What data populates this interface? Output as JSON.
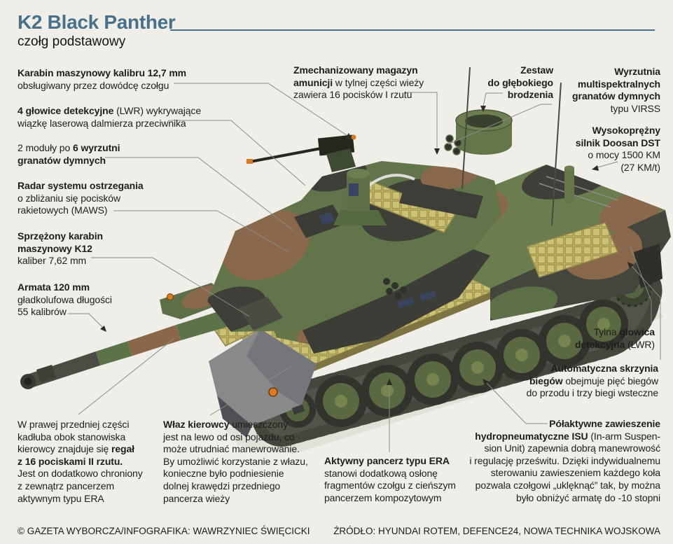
{
  "title": "K2 Black Panther",
  "subtitle": "czołg podstawowy",
  "colors": {
    "background": "#efeee9",
    "accent_blue": "#47708a",
    "text": "#1d1d1a",
    "leader_line": "#8b8b86",
    "camo_green": "#62744a",
    "camo_brown": "#8a684c",
    "camo_dark": "#3d3f38",
    "era_khaki": "#c6bb6c"
  },
  "labels": {
    "karabin": {
      "l1": "Karabin maszynowy kalibru 12,7 mm",
      "l2": "obsługiwany przez dowódcę czołgu"
    },
    "glowice": {
      "l1a": "4 głowice detekcyjne",
      "l1b": " (LWR) wykrywające",
      "l2": "wiązkę laserową dalmierza przeciwnika"
    },
    "moduly": {
      "l1a": "2 moduły po ",
      "l1b": "6 wyrzutni",
      "l2": "granatów dymnych"
    },
    "radar": {
      "l1": "Radar systemu ostrzegania",
      "l2": "o zbliżaniu się pocisków",
      "l3": "rakietowych (MAWS)"
    },
    "sprzezony": {
      "l1": "Sprzężony karabin",
      "l2": "maszynowy K12",
      "l3": "kaliber 7,62 mm"
    },
    "armata": {
      "l1": "Armata 120 mm",
      "l2": "gładkolufowa długości",
      "l3": "55 kalibrów"
    },
    "magazyn": {
      "l1": "Zmechanizowany magazyn",
      "l2a": "amunicji",
      "l2b": " w tylnej części wieży",
      "l3": "zawiera 16 pocisków I rzutu"
    },
    "zestaw": {
      "l1": "Zestaw",
      "l2": "do głębokiego",
      "l3": "brodzenia"
    },
    "wyrzutnia": {
      "l1": "Wyrzutnia",
      "l2": "multispektralnych",
      "l3": "granatów dymnych",
      "l4": "typu VIRSS"
    },
    "silnik": {
      "l1": "Wysokoprężny",
      "l2": "silnik Doosan DST",
      "l3": "o mocy 1500 KM",
      "l4": "(27 KM/t)"
    },
    "tylna": {
      "l1a": "Tylna ",
      "l1b": "głowica",
      "l2a": "detekcyjna",
      "l2b": " (LWR)"
    },
    "skrzynia": {
      "l1": "Automatyczna skrzynia",
      "l2a": "biegów",
      "l2b": " obejmuje pięć biegów",
      "l3": "do przodu i trzy biegi wsteczne"
    },
    "zawieszenie": {
      "l1": "Półaktywne zawieszenie",
      "l2a": "hydropneumatyczne ISU",
      "l2b": " (In-arm Suspen-",
      "l3": "sion Unit) zapewnia dobrą manewrowość",
      "l4": "i regulację prześwitu. Dzięki indywidualnemu",
      "l5": "sterowaniu zawieszeniem każdego koła",
      "l6": "pozwala czołgowi „uklęknąć” tak, by można",
      "l7": "było obniżyć armatę do -10 stopni"
    },
    "regal": {
      "l1": "W prawej przedniej części",
      "l2": "kadłuba obok stanowiska",
      "l3a": "kierowcy znajduje się ",
      "l3b": "regał",
      "l4": "z 16 pociskami II rzutu.",
      "l5": "Jest on dodatkowo chroniony",
      "l6": "z zewnątrz pancerzem",
      "l7": "aktywnym typu ERA"
    },
    "wlaz": {
      "l1a": "Właz kierowcy",
      "l1b": " umieszczony",
      "l2": "jest na lewo od osi pojazdu, co",
      "l3": "może utrudniać manewrowanie.",
      "l4": "By umożliwić korzystanie z włazu,",
      "l5": "konieczne było podniesienie",
      "l6": "dolnej krawędzi przedniego",
      "l7": "pancerza wieży"
    },
    "era": {
      "l1": "Aktywny pancerz typu ERA",
      "l2": "stanowi dodatkową osłonę",
      "l3": "fragmentów czołgu z cieńszym",
      "l4": "pancerzem kompozytowym"
    }
  },
  "footer": {
    "left": "© GAZETA WYBORCZA/INFOGRAFIKA: WAWRZYNIEC ŚWIĘCICKI",
    "right": "ŹRÓDŁO: HYUNDAI ROTEM, DEFENCE24, NOWA TECHNIKA WOJSKOWA"
  }
}
